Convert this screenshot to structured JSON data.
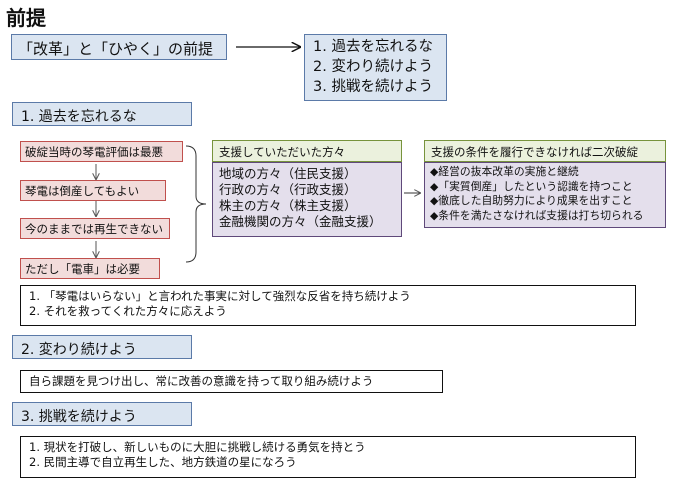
{
  "title": "前提",
  "premise": "「改革」と「ひやく」の前提",
  "main_points": [
    "1. 過去を忘れるな",
    "2. 変わり続けよう",
    "3. 挑戦を続けよう"
  ],
  "section1": {
    "heading": "1. 過去を忘れるな",
    "flow": [
      "破綻当時の琴電評価は最悪",
      "琴電は倒産してもよい",
      "今のままでは再生できない",
      "ただし「電車」は必要"
    ],
    "supporters": {
      "header": "支援していただいた方々",
      "items": [
        "地域の方々（住民支援）",
        "行政の方々（行政支援）",
        "株主の方々（株主支援）",
        "金融機関の方々（金融支援）"
      ]
    },
    "conditions": {
      "header": "支援の条件を履行できなければ二次破綻",
      "items": [
        "◆経営の抜本改革の実施と継続",
        "◆「実質倒産」したという認識を持つこと",
        "◆徹底した自助努力により成果を出すこと",
        "◆条件を満たさなければ支援は打ち切られる"
      ]
    },
    "lessons": [
      "1. 「琴電はいらない」と言われた事実に対して強烈な反省を持ち続けよう",
      "2. それを救ってくれた方々に応えよう"
    ]
  },
  "section2": {
    "heading": "2. 変わり続けよう",
    "lessons": [
      "自ら課題を見つけ出し、常に改善の意識を持って取り組み続けよう"
    ]
  },
  "section3": {
    "heading": "3. 挑戦を続けよう",
    "lessons": [
      "1. 現状を打破し、新しいものに大胆に挑戦し続ける勇気を持とう",
      "2. 民間主導で自立再生した、地方鉄道の星になろう"
    ]
  }
}
